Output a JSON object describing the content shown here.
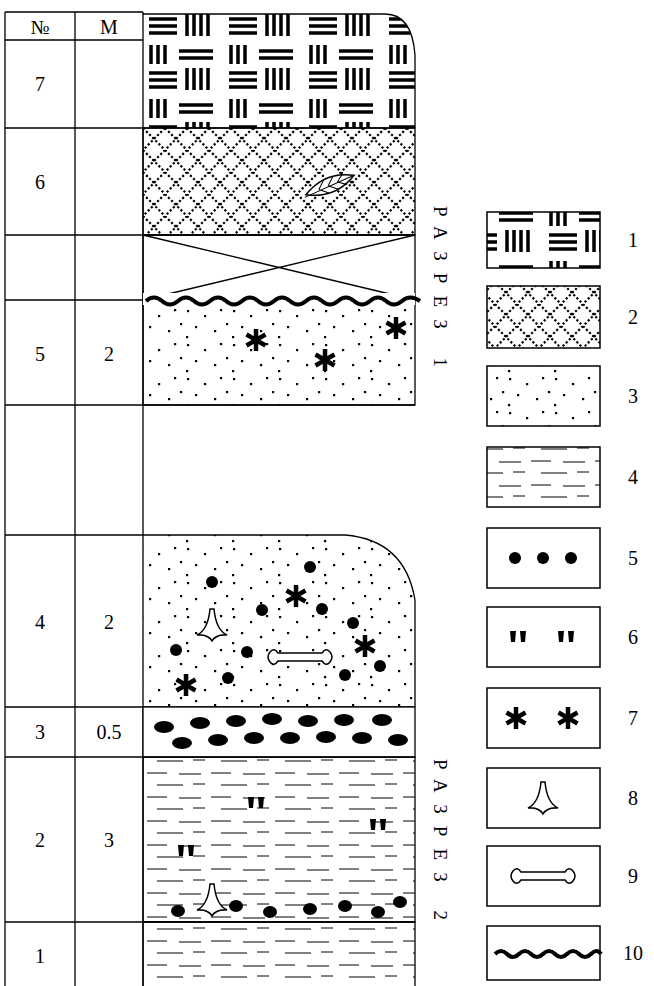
{
  "diagram": {
    "labels": [
      "№",
      "М",
      "7",
      "6",
      "5",
      "2",
      "4",
      "2",
      "3",
      "0.5",
      "2",
      "3",
      "1",
      "РАЗРЕЗ 1",
      "РАЗРЕЗ 2"
    ],
    "legend": [
      {
        "text": "1"
      },
      {
        "text": "2"
      },
      {
        "text": "3"
      },
      {
        "text": "4"
      },
      {
        "text": "5"
      },
      {
        "text": "6"
      },
      {
        "text": "7"
      },
      {
        "text": "8"
      },
      {
        "text": "9"
      },
      {
        "text": "10"
      }
    ]
  }
}
